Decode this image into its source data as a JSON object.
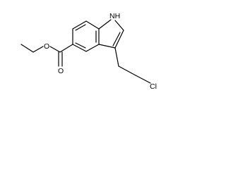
{
  "molecule": {
    "atoms": {
      "nh": "NH",
      "ester_o_carbonyl": "O",
      "ester_o_ether": "O",
      "cl": "Cl"
    }
  }
}
